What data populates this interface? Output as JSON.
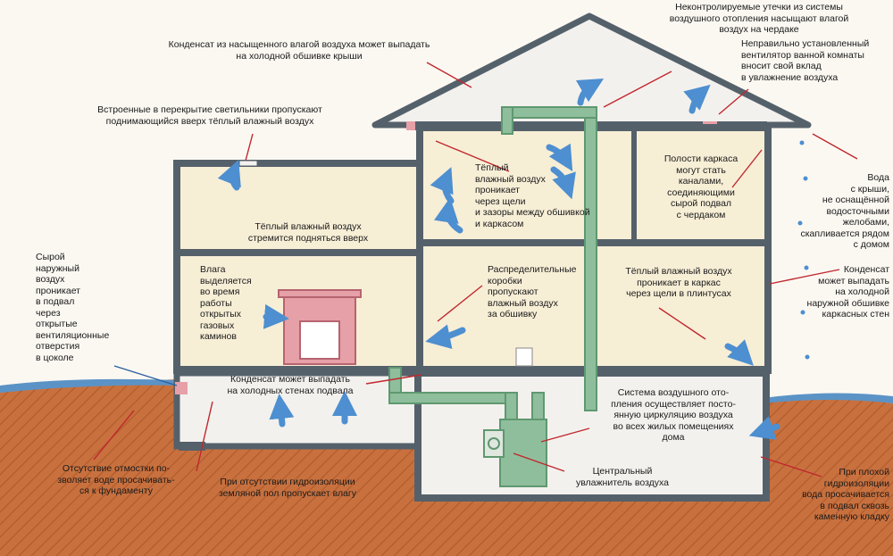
{
  "colors": {
    "background": "#fbf8f2",
    "ground": "#c46a3a",
    "ground_light": "#d98a5a",
    "water": "#5b93c6",
    "wall": "#55616a",
    "room_fill": "#f7eed6",
    "roof_fill": "#f3f1ee",
    "duct": "#8fbe9c",
    "arrow": "#4d8fd0",
    "leader": "#c0282e",
    "fireplace": "#e6a0a8"
  },
  "icons": {
    "airflow": "airflow-arrow-icon",
    "fireplace": "fireplace-icon",
    "humidifier": "humidifier-icon",
    "water_drop": "water-drop-icon"
  },
  "labels": {
    "roof_condensate": "Конденсат из насыщенного влагой воздуха может выпадать\nна холодной обшивке крыши",
    "attic_leaks": "Неконтролируемые утечки из системы\nвоздушного отопления насыщают влагой\nвоздух на чердаке",
    "bathroom_fan": "Неправильно установленный\nвентилятор ванной комнаты\nвносит свой вклад\nв увлажнение воздуха",
    "ceiling_lights": "Встроенные в перекрытие светильники пропускают\nподнимающийся вверх тёплый влажный воздух",
    "warm_air_gaps": "Тёплый\nвлажный воздух\nпроникает\nчерез щели\nи зазоры между обшивкой\nи каркасом",
    "frame_cavities": "Полости каркаса\nмогут стать\nканалами,\nсоединяющими\nсырой подвал\nс чердаком",
    "roof_water": "Вода\nс крыши,\nне оснащённой\nводосточными\nжелобами,\nскапливается рядом\nс домом",
    "warm_air_rises": "Тёплый влажный воздух\nстремится подняться вверх",
    "damp_air_vents": "Сырой\nнаружный\nвоздух\nпроникает\nв подвал\nчерез\nоткрытые\nвентиляционные\nотверстия\nв цоколе",
    "gas_fireplaces": "Влага\nвыделяется\nво время\nработы\nоткрытых\nгазовых\nкаминов",
    "distribution_boxes": "Распределительные\nкоробки\nпропускают\nвлажный воздух\nза обшивку",
    "baseboard_gaps": "Тёплый влажный воздух\nпроникает в каркас\nчерез щели в плинтусах",
    "wall_condensate": "Конденсат\nможет выпадать\nна холодной\nнаружной обшивке\nкаркасных стен",
    "basement_condensate": "Конденсат может выпадать\nна холодных стенах подвала",
    "heating_system": "Система воздушного ото-\nпления осуществляет посто-\nянную циркуляцию воздуха\nво всех жилых помещениях\nдома",
    "humidifier": "Центральный\nувлажнитель воздуха",
    "no_blind_area": "Отсутствие отмостки по-\nзволяет воде просачивать-\nся к фундаменту",
    "no_waterproofing_floor": "При отсутствии гидроизоляции\nземляной пол пропускает влагу",
    "poor_waterproofing": "При плохой\nгидроизоляции\nвода просачивается\nв подвал сквозь\nкаменную кладку"
  }
}
